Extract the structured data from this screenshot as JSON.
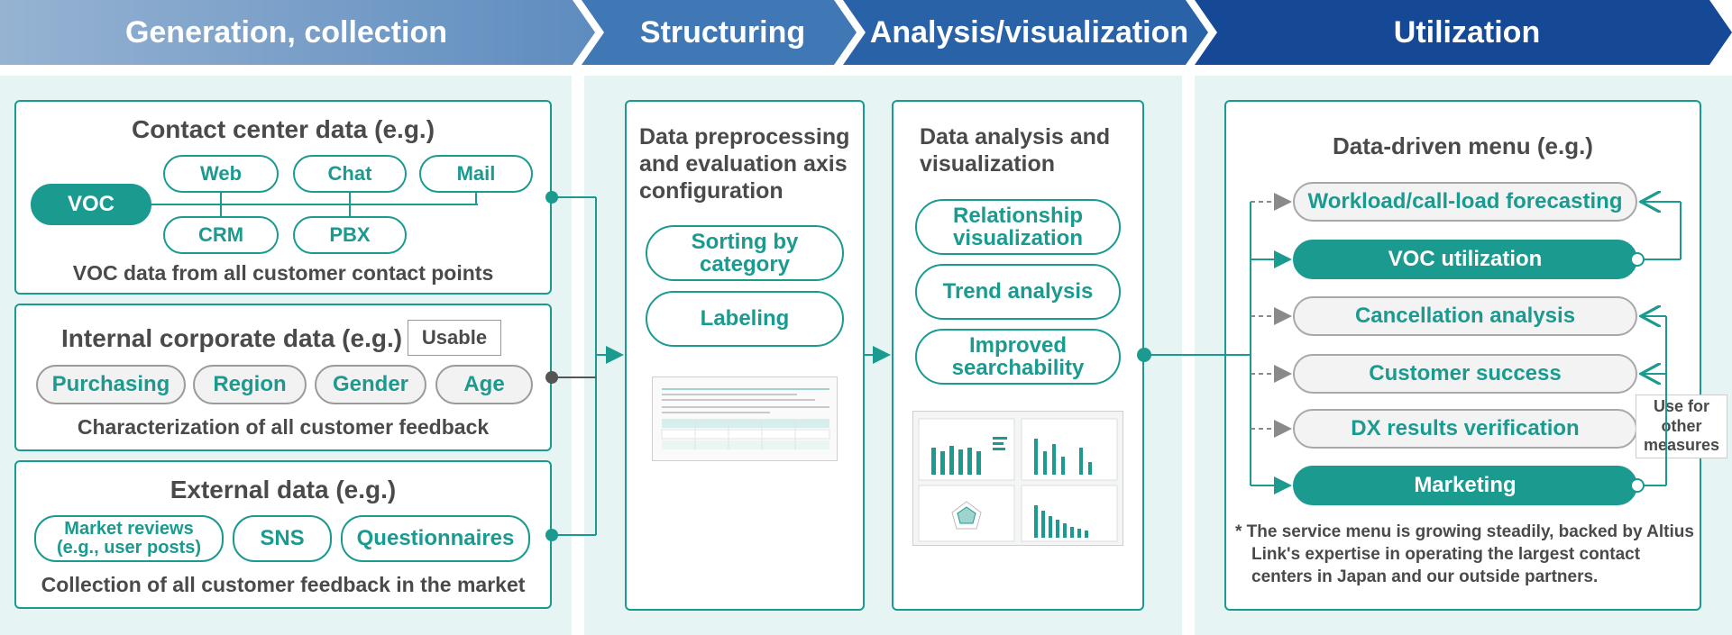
{
  "stages": [
    "Generation, collection",
    "Structuring",
    "Analysis/visualization",
    "Utilization"
  ],
  "collection": {
    "contact": {
      "title": "Contact center data (e.g.)",
      "voc": "VOC",
      "channels": [
        "Web",
        "Chat",
        "Mail",
        "CRM",
        "PBX"
      ],
      "caption": "VOC data from all customer contact points"
    },
    "internal": {
      "title": "Internal corporate data (e.g.)",
      "tag": "Usable",
      "items": [
        "Purchasing",
        "Region",
        "Gender",
        "Age"
      ],
      "caption": "Characterization of all customer feedback"
    },
    "external": {
      "title": "External data (e.g.)",
      "items": [
        "Market reviews (e.g., user posts)",
        "SNS",
        "Questionnaires"
      ],
      "caption": "Collection of all customer feedback in the market"
    }
  },
  "structuring": {
    "title": "Data preprocessing and evaluation axis configuration",
    "items": [
      "Sorting by category",
      "Labeling"
    ]
  },
  "analysis": {
    "title": "Data analysis and visualization",
    "items": [
      "Relationship visualization",
      "Trend analysis",
      "Improved searchability"
    ]
  },
  "utilization": {
    "title": "Data-driven menu (e.g.)",
    "menu": [
      {
        "label": "Workload/call-load forecasting",
        "style": "gray"
      },
      {
        "label": "VOC utilization",
        "style": "solid"
      },
      {
        "label": "Cancellation analysis",
        "style": "gray"
      },
      {
        "label": "Customer success",
        "style": "gray"
      },
      {
        "label": "DX results verification",
        "style": "gray"
      },
      {
        "label": "Marketing",
        "style": "solid"
      }
    ],
    "side_label": "Use for other measures",
    "note": "* The service menu is growing steadily, backed by Altius Link's expertise in operating the largest contact centers in Japan and our outside partners."
  },
  "colors": {
    "teal": "#1b9a90",
    "stage_1": "#5e8cbf",
    "stage_2": "#3f78b5",
    "stage_3": "#2a62a7",
    "stage_4": "#154996",
    "panel": "#e6f4f3"
  }
}
